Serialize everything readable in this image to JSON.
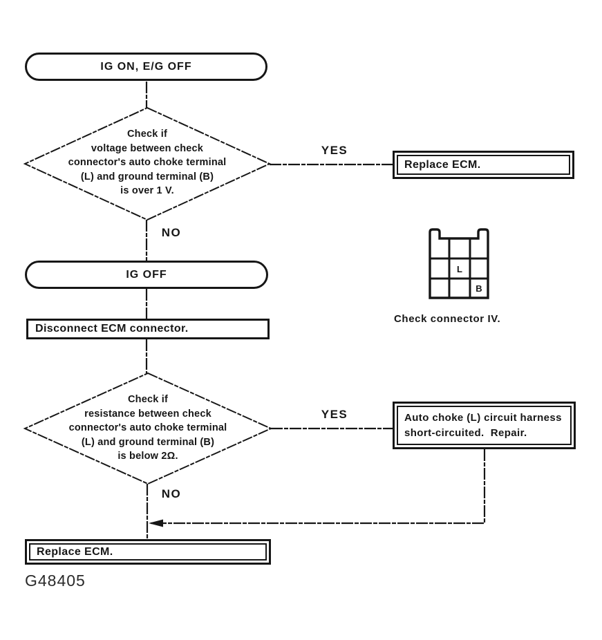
{
  "colors": {
    "ink": "#161616",
    "background": "#ffffff"
  },
  "flowchart": {
    "start_label": "IG ON, E/G OFF",
    "decision1": {
      "lines": [
        "Check if",
        "voltage between check",
        "connector's auto choke terminal",
        "(L) and ground terminal (B)",
        "is over 1 V."
      ],
      "yes": "YES",
      "no": "NO"
    },
    "result_replace_ecm_top": "Replace ECM.",
    "step_ig_off": "IG OFF",
    "step_disconnect": "Disconnect ECM connector.",
    "decision2": {
      "lines": [
        "Check if",
        "resistance between check",
        "connector's auto choke terminal",
        "(L) and ground terminal (B)",
        "is below 2Ω."
      ],
      "yes": "YES",
      "no": "NO"
    },
    "result_short_circuit": {
      "line1": "Auto choke (L) circuit harness",
      "line2": "short-circuited.  Repair."
    },
    "result_replace_ecm_bottom": "Replace ECM.",
    "connector": {
      "caption": "Check connector IV.",
      "terminal_l": "L",
      "terminal_b": "B"
    },
    "figure_code": "G48405"
  }
}
